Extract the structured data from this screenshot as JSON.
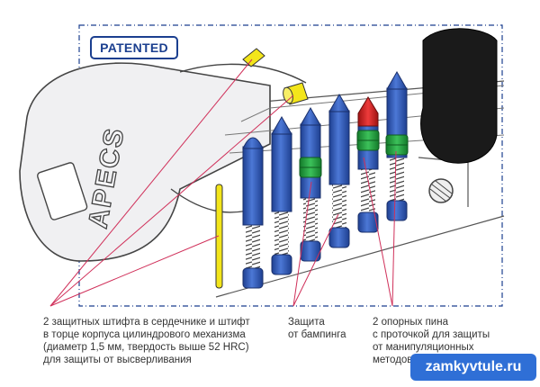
{
  "badge": "PATENTED",
  "key_brand": "APECS",
  "captions": {
    "anti_drill": [
      "2 защитных штифта в сердечнике и штифт",
      "в торце корпуса цилиндрового механизма",
      "(диаметр 1,5 мм, твердость выше 52 HRC)",
      "для защиты от высверливания"
    ],
    "bumping": [
      "Защита",
      "от бампинга"
    ],
    "support_pins": [
      "2 опорных пина",
      "с проточкой для защиты",
      "от манипуляционных",
      "методов вскрытия"
    ]
  },
  "watermark": "zamkyvtule.ru",
  "colors": {
    "pin_blue": "#2f57b8",
    "pin_red": "#d42020",
    "pin_green": "#1f9e3a",
    "security_pin_yellow": "#f3e51a",
    "leader_line": "#d0305a",
    "outline": "#1b3f8f"
  }
}
